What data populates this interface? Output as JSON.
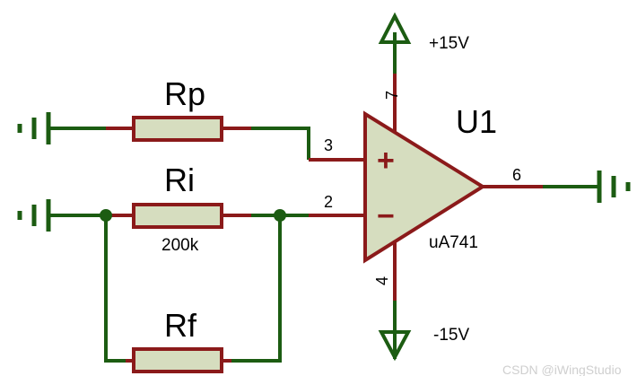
{
  "colors": {
    "wire": "#1c5c12",
    "lead": "#8b1a1a",
    "body_fill": "#d6ddbf",
    "body_stroke": "#8b1a1a",
    "junction": "#1c5c12"
  },
  "components": {
    "opamp": {
      "ref": "U1",
      "part": "uA741",
      "plus_sign": "+",
      "minus_sign": "−"
    },
    "rp": {
      "ref": "Rp"
    },
    "ri": {
      "ref": "Ri",
      "value": "200k"
    },
    "rf": {
      "ref": "Rf"
    }
  },
  "pins": {
    "noninverting": "3",
    "inverting": "2",
    "output": "6",
    "v_plus": "7",
    "v_minus": "4"
  },
  "power": {
    "positive": "+15V",
    "negative": "-15V"
  },
  "watermark": "CSDN @iWingStudio"
}
